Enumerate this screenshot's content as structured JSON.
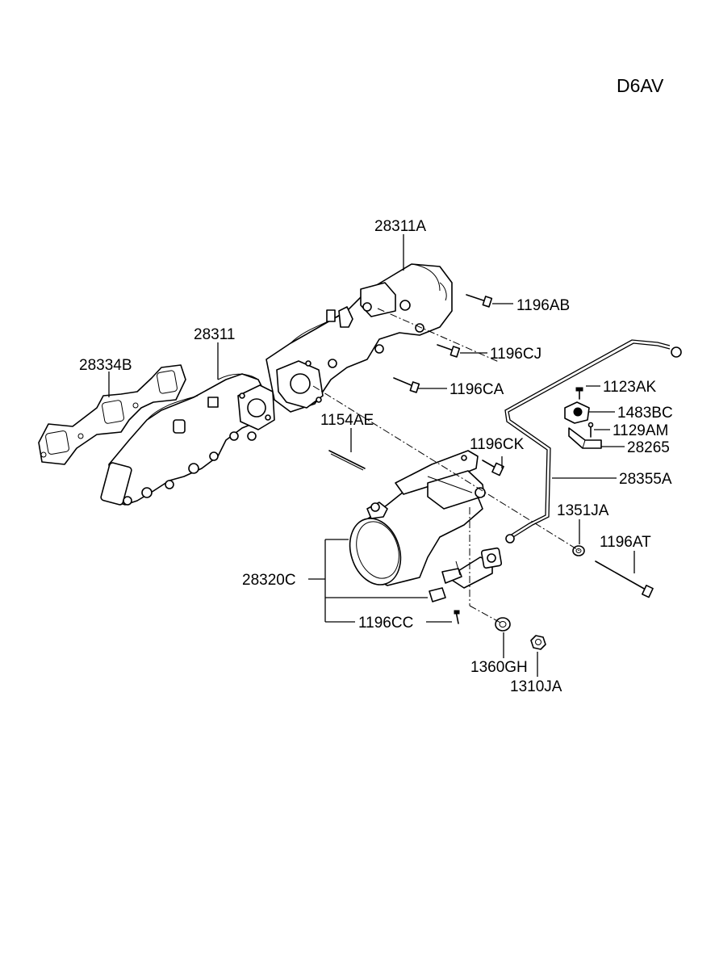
{
  "diagram": {
    "code": "D6AV",
    "labels": {
      "p28311A": "28311A",
      "p28311": "28311",
      "p28334B": "28334B",
      "p1196AB": "1196AB",
      "p1196CJ": "1196CJ",
      "p1196CA": "1196CA",
      "p1123AK": "1123AK",
      "p1483BC": "1483BC",
      "p1129AM": "1129AM",
      "p28265": "28265",
      "p1154AE": "1154AE",
      "p1196CK": "1196CK",
      "p28355A": "28355A",
      "p1351JA": "1351JA",
      "p1196AT": "1196AT",
      "p28320C": "28320C",
      "p1196CC": "1196CC",
      "p1360GH": "1360GH",
      "p1310JA": "1310JA"
    }
  }
}
